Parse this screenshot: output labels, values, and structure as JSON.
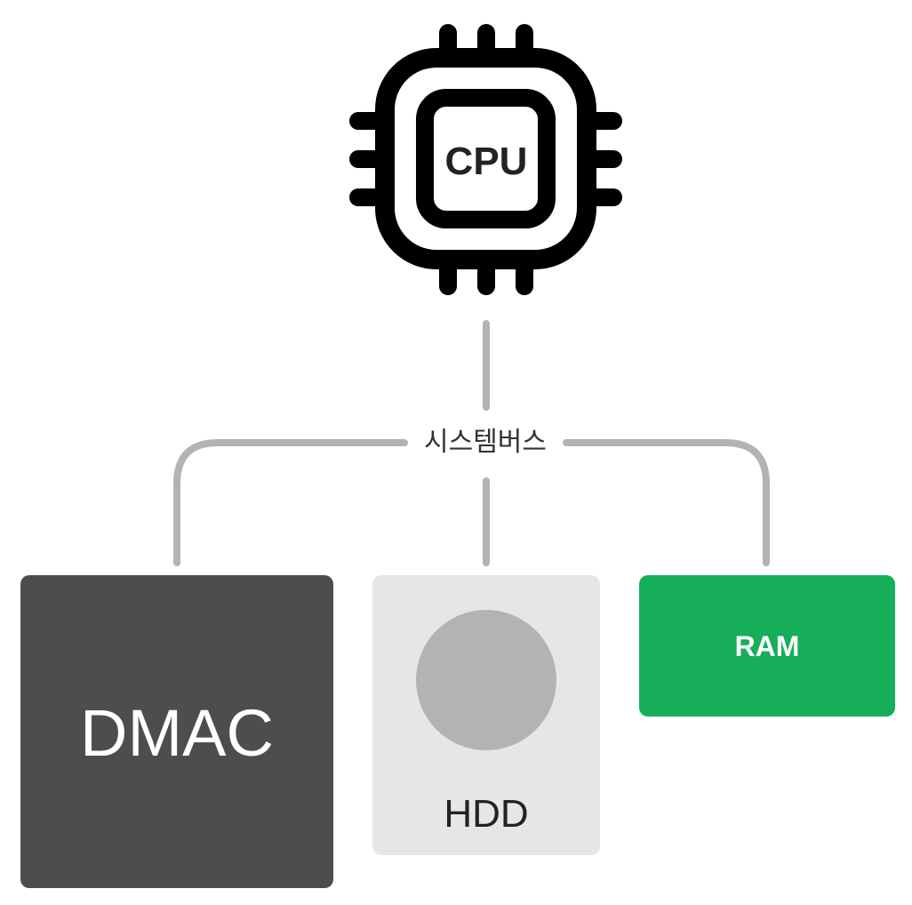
{
  "cpu": {
    "label": "CPU"
  },
  "bus": {
    "label": "시스템버스"
  },
  "devices": {
    "dmac": {
      "label": "DMAC",
      "color": "#4d4d4d"
    },
    "hdd": {
      "label": "HDD",
      "color": "#e6e6e6"
    },
    "ram": {
      "label": "RAM",
      "color": "#17ae5a"
    }
  },
  "colors": {
    "connector": "#b3b3b3",
    "chip": "#000000"
  }
}
